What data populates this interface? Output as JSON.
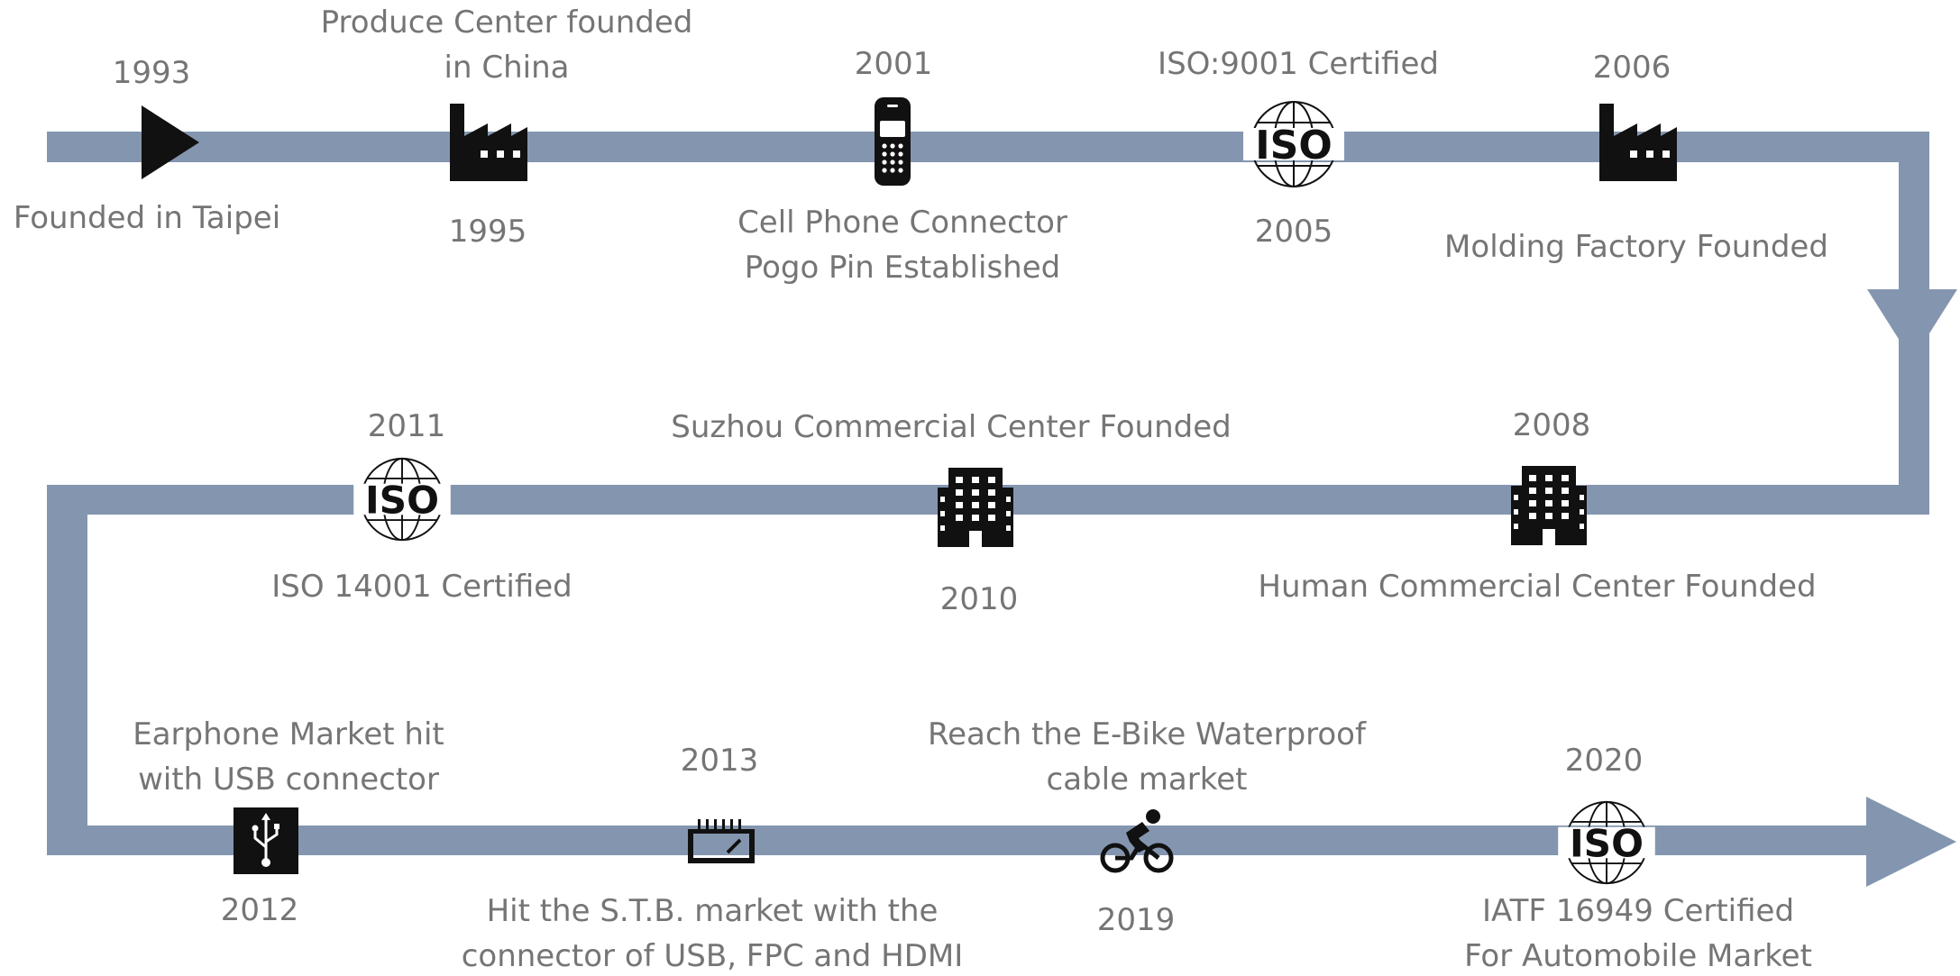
{
  "timeline": {
    "events": [
      {
        "id": "e1993",
        "year": "1993",
        "text": "Founded in Taipei",
        "icon": "play-arrow-icon"
      },
      {
        "id": "e1995",
        "year": "1995",
        "text": "Produce Center founded\nin China",
        "icon": "factory-icon"
      },
      {
        "id": "e2001",
        "year": "2001",
        "text": "Cell Phone Connector\nPogo Pin Established",
        "icon": "cell-phone-icon"
      },
      {
        "id": "e2005",
        "year": "2005",
        "text": "ISO:9001 Certified",
        "icon": "iso-globe-icon"
      },
      {
        "id": "e2006",
        "year": "2006",
        "text": "Molding Factory Founded",
        "icon": "factory-icon"
      },
      {
        "id": "e2008",
        "year": "2008",
        "text": "Human Commercial Center Founded",
        "icon": "office-building-icon"
      },
      {
        "id": "e2010",
        "year": "2010",
        "text": "Suzhou Commercial Center Founded",
        "icon": "office-building-icon"
      },
      {
        "id": "e2011",
        "year": "2011",
        "text": "ISO 14001 Certified",
        "icon": "iso-globe-icon"
      },
      {
        "id": "e2012",
        "year": "2012",
        "text": "Earphone Market hit\nwith USB connector",
        "icon": "usb-icon"
      },
      {
        "id": "e2013",
        "year": "2013",
        "text": "Hit the S.T.B. market with the\nconnector of USB, FPC and HDMI",
        "icon": "set-top-box-icon"
      },
      {
        "id": "e2019",
        "year": "2019",
        "text": "Reach the E-Bike Waterproof\ncable market",
        "icon": "bicycle-rider-icon"
      },
      {
        "id": "e2020",
        "year": "2020",
        "text": "IATF 16949 Certified\nFor Automobile Market",
        "icon": "iso-globe-icon"
      }
    ]
  },
  "colors": {
    "track": "#8496AF",
    "text": "#757575",
    "icon": "#111111"
  }
}
